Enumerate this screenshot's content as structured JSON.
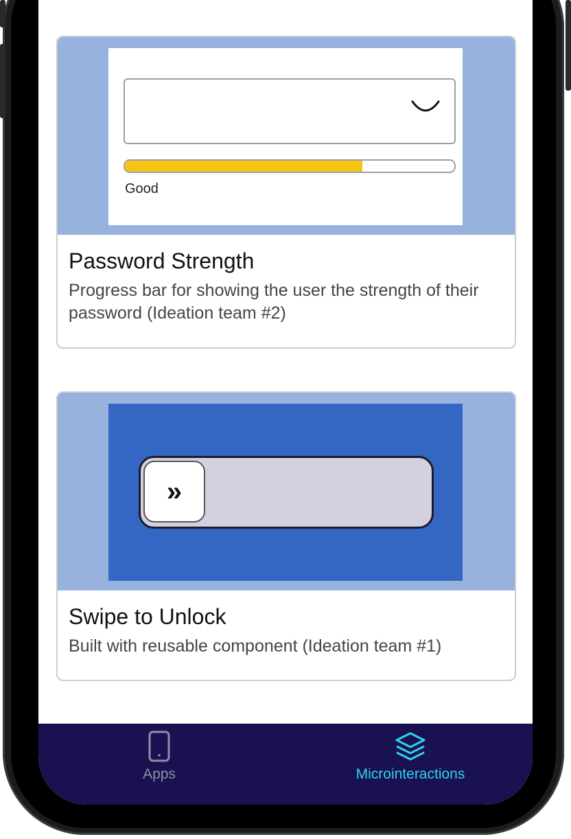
{
  "cards": [
    {
      "title": "Password Strength",
      "description": "Progress bar for showing the user the strength of their password (Ideation team #2)",
      "preview": {
        "strength_label": "Good",
        "strength_fraction": 0.72,
        "bar_color": "#f7c416"
      }
    },
    {
      "title": "Swipe to Unlock",
      "description": "Built with reusable component (Ideation team #1)",
      "preview": {
        "knob_glyph": "»",
        "track_color": "#d3d1dd",
        "background_color": "#3467c3"
      }
    }
  ],
  "tabbar": {
    "background_color": "#1a1150",
    "tabs": [
      {
        "label": "Apps",
        "icon": "phone-icon",
        "active": false
      },
      {
        "label": "Microinteractions",
        "icon": "layers-icon",
        "active": true
      }
    ],
    "active_color": "#2ad4f0"
  }
}
